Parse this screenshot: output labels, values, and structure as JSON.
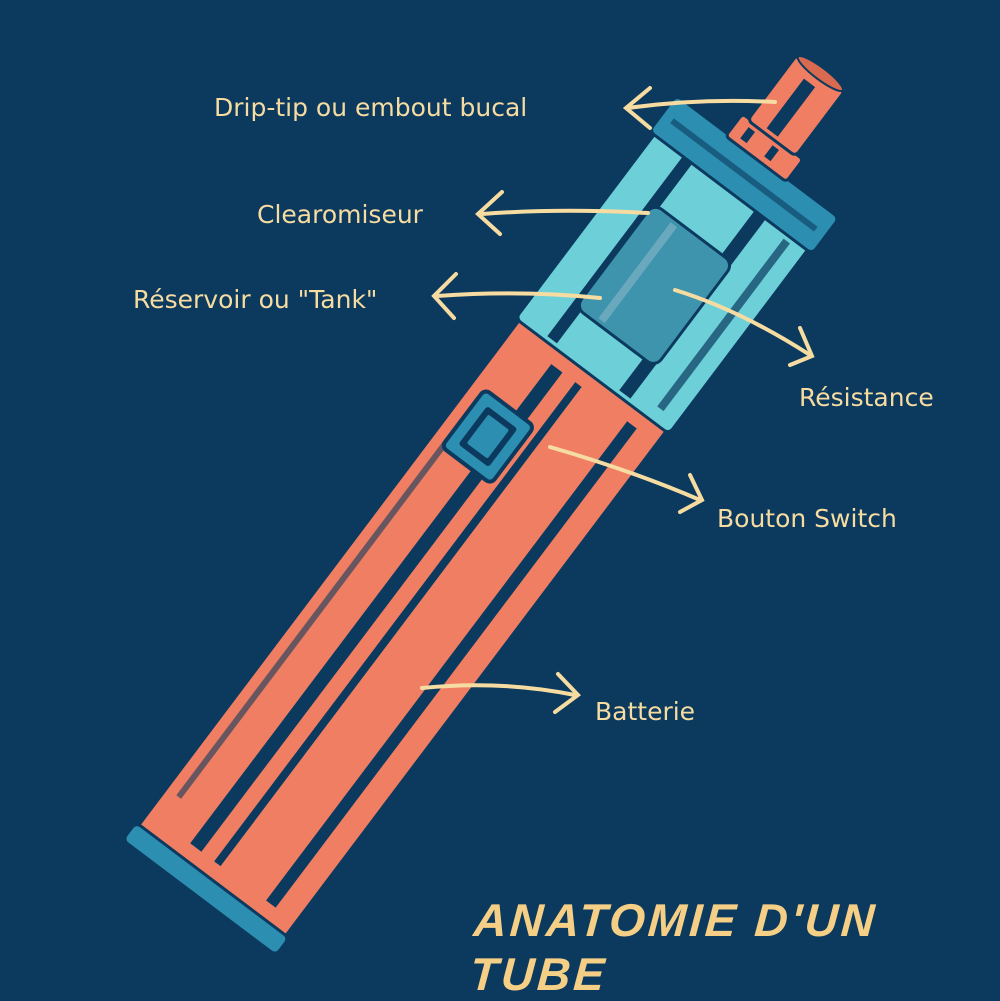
{
  "title": "ANATOMIE D'UN TUBE",
  "labels": {
    "drip_tip": "Drip-tip ou embout bucal",
    "clearomiseur": "Clearomiseur",
    "reservoir": "Réservoir ou \"Tank\"",
    "resistance": "Résistance",
    "bouton": "Bouton Switch",
    "batterie": "Batterie"
  },
  "colors": {
    "background": "#0c3a5e",
    "coral": "#f07e63",
    "cyan": "#6dd0d9",
    "teal": "#2c8fb2",
    "text": "#f7dca2"
  }
}
